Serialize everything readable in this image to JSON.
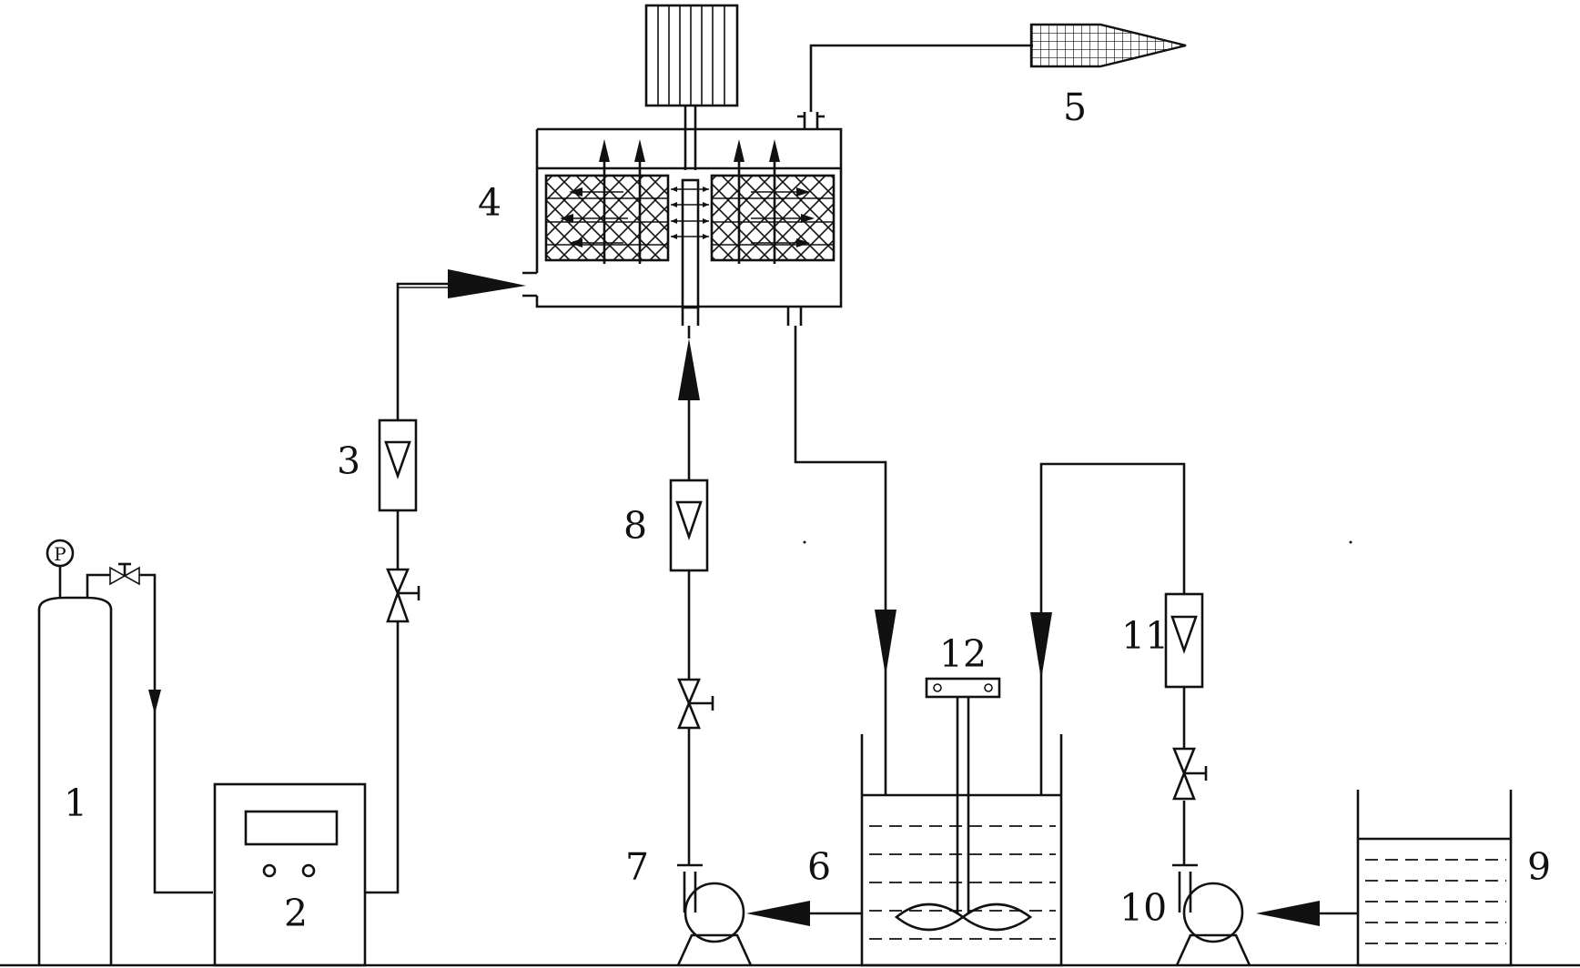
{
  "labels": {
    "n1": "1",
    "n2": "2",
    "n3": "3",
    "n4": "4",
    "n5": "5",
    "n6": "6",
    "n7": "7",
    "n8": "8",
    "n9": "9",
    "n10": "10",
    "n11": "11",
    "n12": "12"
  },
  "gauge_letter": "P",
  "colors": {
    "ink": "#111111",
    "background": "#ffffff"
  }
}
